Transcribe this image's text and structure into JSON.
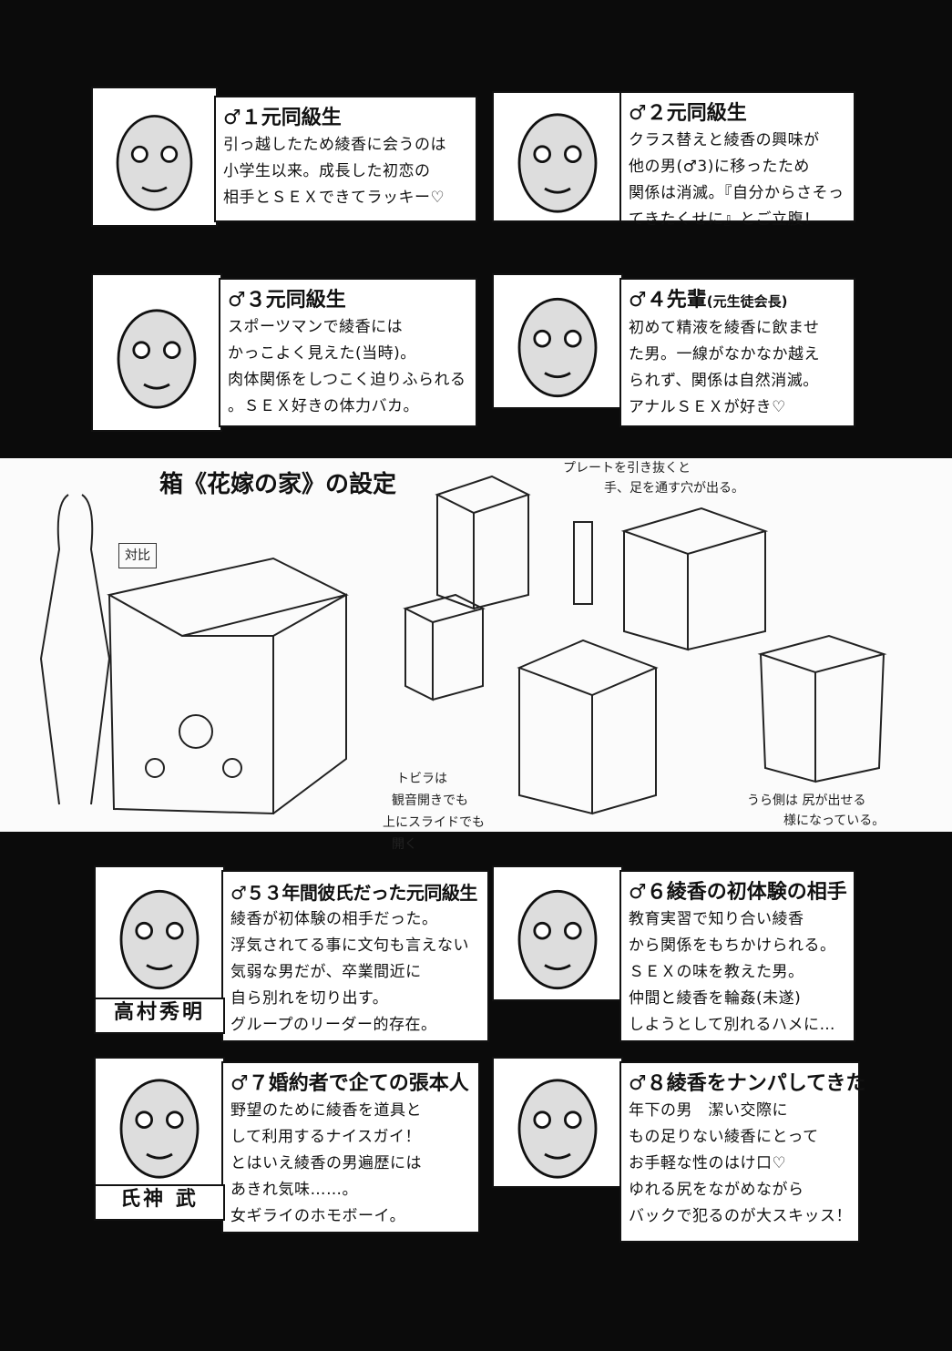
{
  "cards": [
    {
      "title": "♂１元同級生",
      "lines": [
        "引っ越したため綾香に会うのは",
        "小学生以来。成長した初恋の",
        "相手とＳＥＸできてラッキー♡"
      ]
    },
    {
      "title": "♂２元同級生",
      "lines": [
        "クラス替えと綾香の興味が",
        "他の男(♂3)に移ったため",
        "関係は消滅。『自分からさそっ",
        "てきたくせに』とご立腹！"
      ]
    },
    {
      "title": "♂３元同級生",
      "lines": [
        "スポーツマンで綾香には",
        "かっこよく見えた(当時)。",
        "肉体関係をしつこく迫りふられる",
        "。ＳＥＸ好きの体力バカ。"
      ]
    },
    {
      "title": "♂４先輩",
      "title_sub": "(元生徒会長)",
      "lines": [
        "初めて精液を綾香に飲ませ",
        "た男。一線がなかなか越え",
        "られず、関係は自然消滅。",
        "アナルＳＥＸが好き♡"
      ]
    },
    {
      "title": "♂５３年間彼氏だった元同級生",
      "name": "高村秀明",
      "lines": [
        "綾香が初体験の相手だった。",
        "浮気されてる事に文句も言えない",
        "気弱な男だが、卒業間近に",
        "自ら別れを切り出す。",
        "グループのリーダー的存在。"
      ]
    },
    {
      "title": "♂６綾香の初体験の相手",
      "lines": [
        "教育実習で知り合い綾香",
        "から関係をもちかけられる。",
        "ＳＥＸの味を教えた男。",
        "仲間と綾香を輪姦(未遂)",
        "しようとして別れるハメに…"
      ]
    },
    {
      "title": "♂７婚約者で企ての張本人",
      "name": "氏神 武",
      "lines": [
        "野望のために綾香を道具と",
        "して利用するナイスガイ！",
        "とはいえ綾香の男遍歴には",
        "あきれ気味……。",
        "女ギライのホモボーイ。"
      ]
    },
    {
      "title": "♂８綾香をナンパしてきた",
      "lines": [
        "年下の男　潔い交際に",
        "もの足りない綾香にとって",
        "お手軽な性のはけ口♡",
        "ゆれる尻をながめながら",
        "バックで犯るのが大スキッス！"
      ]
    }
  ],
  "settings": {
    "heading": "箱《花嫁の家》の設定",
    "compare_label": "対比",
    "note_plate": [
      "プレートを引き抜くと",
      "手、足を通す穴が出る。"
    ],
    "note_door": [
      "トビラは",
      "観音開きでも",
      "上にスライドでも",
      "開く"
    ],
    "note_back": [
      "うら側は 尻が出せる",
      "様になっている。"
    ]
  }
}
